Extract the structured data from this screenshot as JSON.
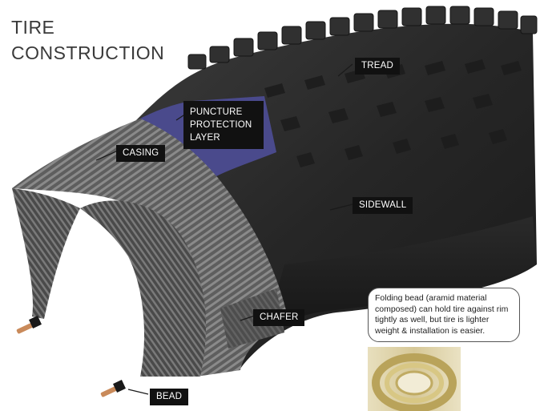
{
  "title_line1": "TIRE",
  "title_line2": "CONSTRUCTION",
  "labels": {
    "tread": "TREAD",
    "puncture": "PUNCTURE PROTECTION LAYER",
    "casing": "CASING",
    "sidewall": "SIDEWALL",
    "chafer": "CHAFER",
    "bead": "BEAD"
  },
  "callout_text": "Folding bead (aramid material composed) can hold tire against rim tightly as well, but tire is lighter weight & installation is easier.",
  "colors": {
    "rubber": "#2b2b2b",
    "puncture_layer": "#4a4a8c",
    "casing": "#6e6e6e",
    "bead_wire": "#c98a5a",
    "aramid": "#c9b774"
  }
}
